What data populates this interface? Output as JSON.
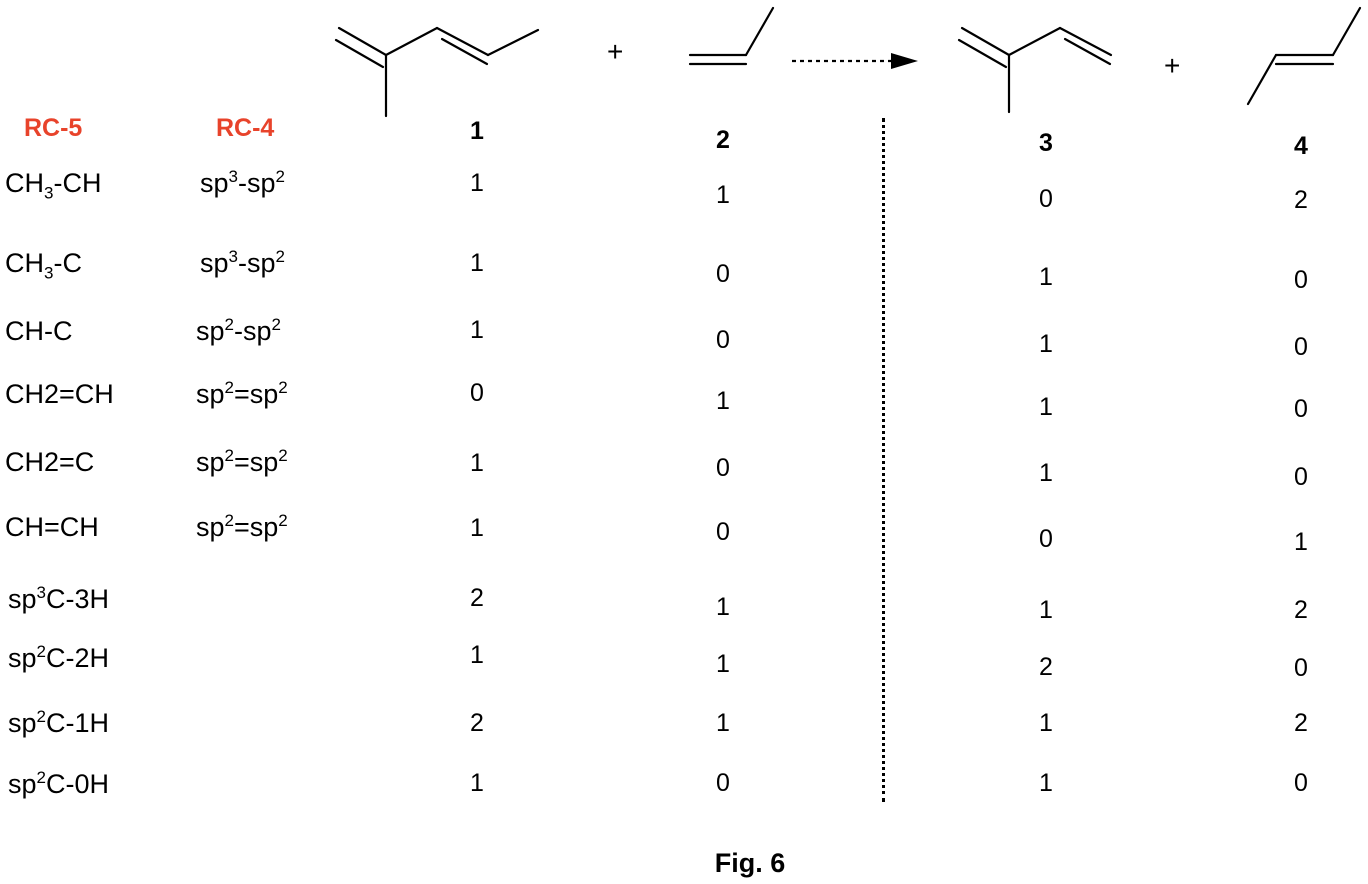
{
  "figure": {
    "caption": "Fig. 6",
    "reaction": {
      "plus_1": "+",
      "plus_2": "+"
    },
    "compounds": [
      "1",
      "2",
      "3",
      "4"
    ],
    "group_headers": {
      "rc5": "RC-5",
      "rc4": "RC-4"
    },
    "colors": {
      "header_red": "#e8432b",
      "ink": "#000000"
    },
    "rows": [
      {
        "rc5": [
          "CH",
          {
            "sub": "3"
          },
          "-CH"
        ],
        "rc4": [
          "sp",
          {
            "sup": "3"
          },
          "-sp",
          {
            "sup": "2"
          }
        ],
        "counts": [
          "1",
          "1",
          "0",
          "2"
        ]
      },
      {
        "rc5": [
          "CH",
          {
            "sub": "3"
          },
          "-C"
        ],
        "rc4": [
          "sp",
          {
            "sup": "3"
          },
          "-sp",
          {
            "sup": "2"
          }
        ],
        "counts": [
          "1",
          "0",
          "1",
          "0"
        ]
      },
      {
        "rc5": [
          "CH-C"
        ],
        "rc4": [
          "sp",
          {
            "sup": "2"
          },
          "-sp",
          {
            "sup": "2"
          }
        ],
        "counts": [
          "1",
          "0",
          "1",
          "0"
        ]
      },
      {
        "rc5": [
          "CH2=CH"
        ],
        "rc4": [
          "sp",
          {
            "sup": "2"
          },
          "=sp",
          {
            "sup": "2"
          }
        ],
        "counts": [
          "0",
          "1",
          "1",
          "0"
        ]
      },
      {
        "rc5": [
          "CH2=C"
        ],
        "rc4": [
          "sp",
          {
            "sup": "2"
          },
          "=sp",
          {
            "sup": "2"
          }
        ],
        "counts": [
          "1",
          "0",
          "1",
          "0"
        ]
      },
      {
        "rc5": [
          "CH=CH"
        ],
        "rc4": [
          "sp",
          {
            "sup": "2"
          },
          "=sp",
          {
            "sup": "2"
          }
        ],
        "counts": [
          "1",
          "0",
          "0",
          "1"
        ]
      },
      {
        "rc5": [
          "sp",
          {
            "sup": "3"
          },
          "C-3H"
        ],
        "rc4": [],
        "counts": [
          "2",
          "1",
          "1",
          "2"
        ]
      },
      {
        "rc5": [
          "sp",
          {
            "sup": "2"
          },
          "C-2H"
        ],
        "rc4": [],
        "counts": [
          "1",
          "1",
          "2",
          "0"
        ]
      },
      {
        "rc5": [
          "sp",
          {
            "sup": "2"
          },
          "C-1H"
        ],
        "rc4": [],
        "counts": [
          "2",
          "1",
          "1",
          "2"
        ]
      },
      {
        "rc5": [
          "sp",
          {
            "sup": "2"
          },
          "C-0H"
        ],
        "rc4": [],
        "counts": [
          "1",
          "0",
          "1",
          "0"
        ]
      }
    ]
  }
}
